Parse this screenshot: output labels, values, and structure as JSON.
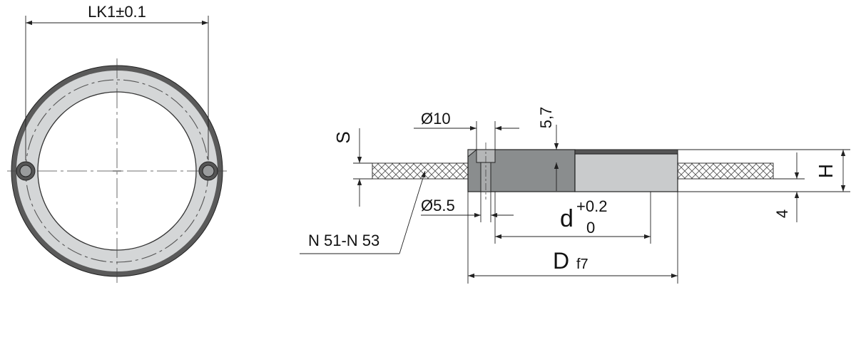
{
  "labels": {
    "lk1": "LK1±0.1",
    "s": "S",
    "d10": "Ø10",
    "h57": "5,7",
    "d55": "Ø5.5",
    "d_main": "d",
    "d_tol_upper": "+0.2",
    "d_tol_lower": "0",
    "n51": "N 51-N 53",
    "D_main": "D",
    "D_fit": "f7",
    "H": "H",
    "four": "4"
  },
  "colors": {
    "line": "#222222",
    "ring_light": "#d4d6d7",
    "ring_dark": "#555555",
    "part_dark": "#8a8d8e",
    "part_light": "#c9cbcc",
    "hatch": "#555555"
  }
}
